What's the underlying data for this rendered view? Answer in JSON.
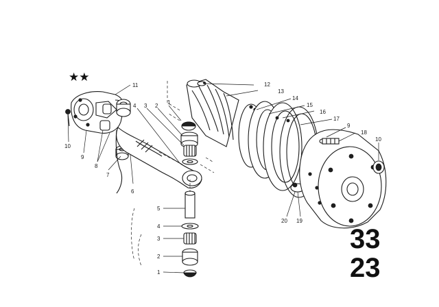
{
  "diagram": {
    "stars": "★★",
    "group_number": "33",
    "subgroup_number": "23",
    "callouts": [
      {
        "id": "c11",
        "text": "11"
      },
      {
        "id": "c12",
        "text": "12"
      },
      {
        "id": "c13",
        "text": "13"
      },
      {
        "id": "c14",
        "text": "14"
      },
      {
        "id": "c15",
        "text": "15"
      },
      {
        "id": "c16",
        "text": "16"
      },
      {
        "id": "c17",
        "text": "17"
      },
      {
        "id": "c9a",
        "text": "9"
      },
      {
        "id": "c18",
        "text": "18"
      },
      {
        "id": "c10a",
        "text": "10"
      },
      {
        "id": "c10b",
        "text": "10"
      },
      {
        "id": "c9b",
        "text": "9"
      },
      {
        "id": "c8",
        "text": "8"
      },
      {
        "id": "c7",
        "text": "7"
      },
      {
        "id": "c6",
        "text": "6"
      },
      {
        "id": "c4a",
        "text": "4"
      },
      {
        "id": "c3a",
        "text": "3"
      },
      {
        "id": "c2a",
        "text": "2"
      },
      {
        "id": "c1a",
        "text": "1"
      },
      {
        "id": "c5",
        "text": "5"
      },
      {
        "id": "c4b",
        "text": "4"
      },
      {
        "id": "c3b",
        "text": "3"
      },
      {
        "id": "c2b",
        "text": "2"
      },
      {
        "id": "c1b",
        "text": "1"
      },
      {
        "id": "c20",
        "text": "20"
      },
      {
        "id": "c19",
        "text": "19"
      }
    ]
  }
}
